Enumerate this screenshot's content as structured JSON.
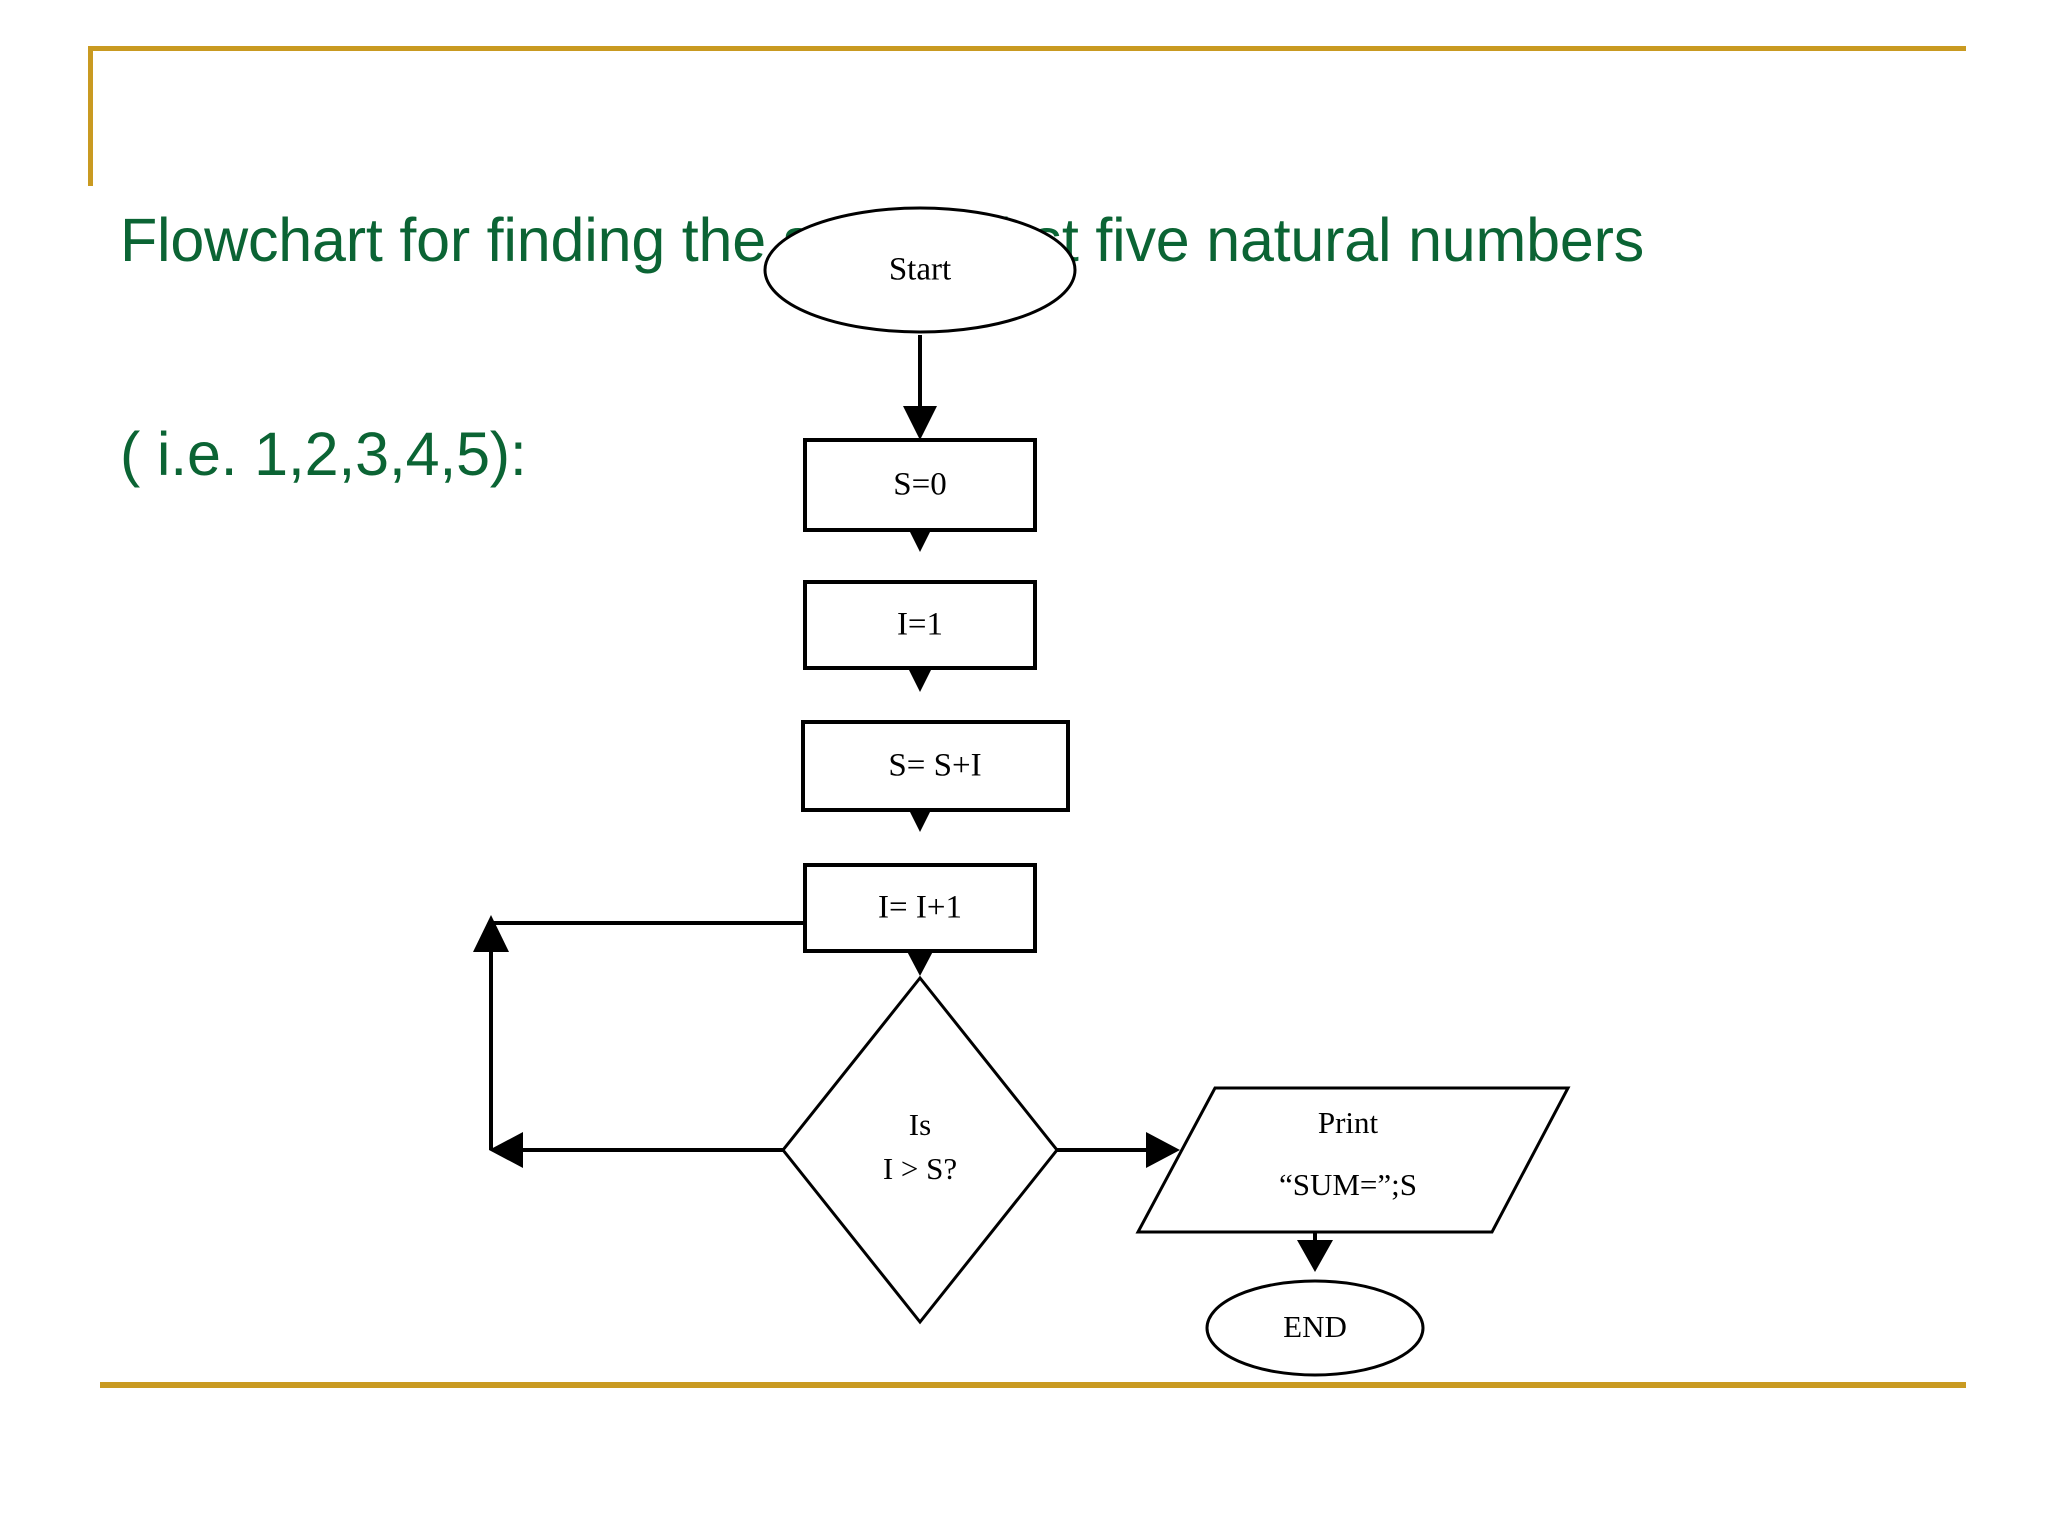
{
  "slide": {
    "title_line_1": "Flowchart for finding the sum of first five natural numbers",
    "title_line_2": "( i.e. 1,2,3,4,5):",
    "title_color": "#0b6434",
    "accent_color": "#c99a21",
    "background_color": "#ffffff"
  },
  "chart_data": {
    "type": "diagram",
    "title": "Flowchart for finding the sum of first five natural numbers ( i.e. 1,2,3,4,5):",
    "nodes": [
      {
        "id": "start",
        "shape": "oval",
        "label": "Start"
      },
      {
        "id": "init_s",
        "shape": "rectangle",
        "label": "S=0"
      },
      {
        "id": "init_i",
        "shape": "rectangle",
        "label": "I=1"
      },
      {
        "id": "sum",
        "shape": "rectangle",
        "label": "S= S+I"
      },
      {
        "id": "incr",
        "shape": "rectangle",
        "label": "I= I+1"
      },
      {
        "id": "decide",
        "shape": "diamond",
        "label_line_1": "Is",
        "label_line_2": "I > S?"
      },
      {
        "id": "print",
        "shape": "parallelogram",
        "label_line_1": "Print",
        "label_line_2": "“SUM=”;S"
      },
      {
        "id": "end",
        "shape": "oval",
        "label": "END"
      }
    ],
    "edges": [
      {
        "from": "start",
        "to": "init_s",
        "label": ""
      },
      {
        "from": "init_s",
        "to": "init_i",
        "label": ""
      },
      {
        "from": "init_i",
        "to": "sum",
        "label": ""
      },
      {
        "from": "sum",
        "to": "incr",
        "label": ""
      },
      {
        "from": "incr",
        "to": "decide",
        "label": ""
      },
      {
        "from": "decide",
        "to": "print",
        "label": ""
      },
      {
        "from": "decide",
        "to": "sum",
        "label": ""
      },
      {
        "from": "print",
        "to": "end",
        "label": ""
      }
    ]
  }
}
